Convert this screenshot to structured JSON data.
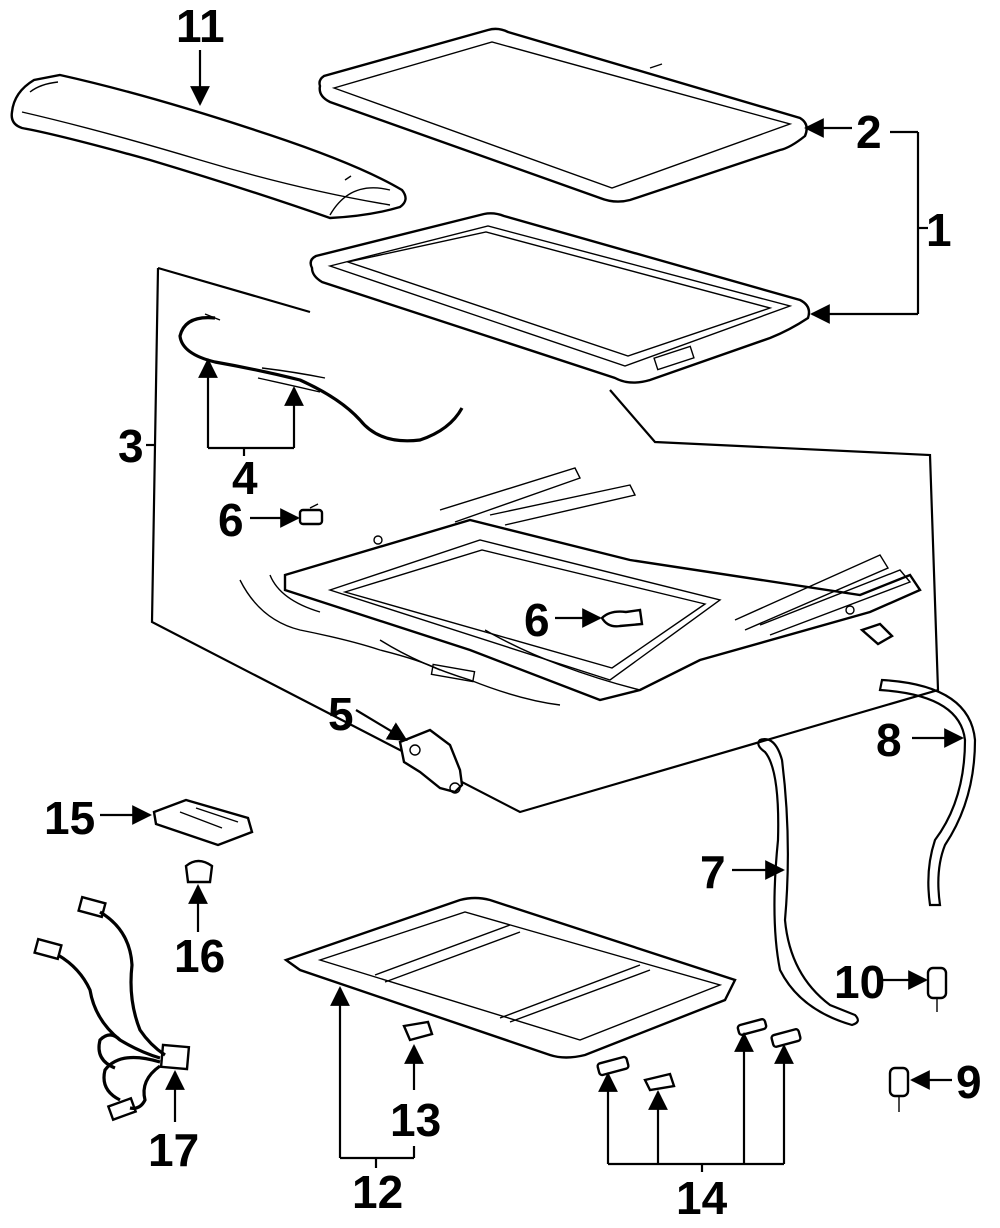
{
  "diagram": {
    "callouts": {
      "c1": "1",
      "c2": "2",
      "c3": "3",
      "c4": "4",
      "c5": "5",
      "c6a": "6",
      "c6b": "6",
      "c7": "7",
      "c8": "8",
      "c9": "9",
      "c10": "10",
      "c11": "11",
      "c12": "12",
      "c13": "13",
      "c14": "14",
      "c15": "15",
      "c16": "16",
      "c17": "17"
    }
  }
}
